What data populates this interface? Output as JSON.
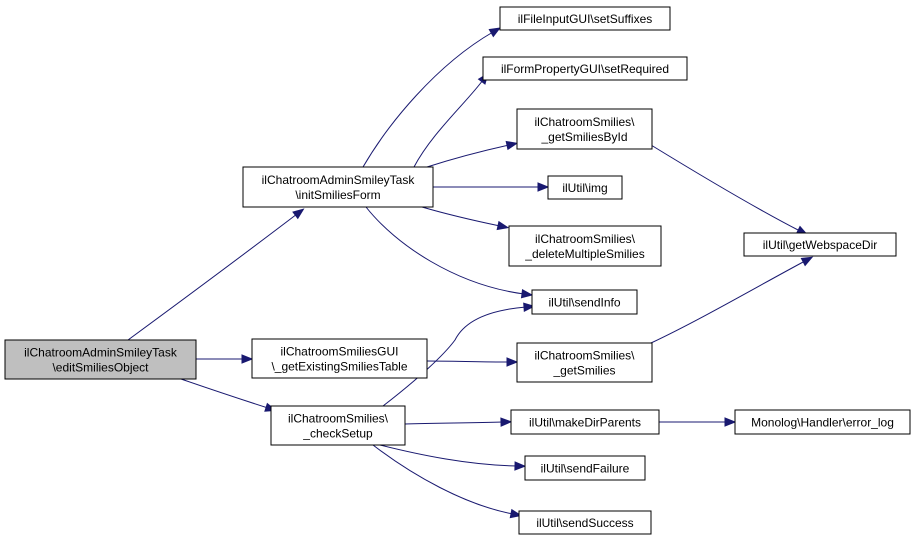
{
  "graph": {
    "nodes": [
      {
        "id": "root",
        "lines": [
          "ilChatroomAdminSmileyTask",
          "\\editSmiliesObject"
        ],
        "highlighted": true
      },
      {
        "id": "initSmiliesForm",
        "lines": [
          "ilChatroomAdminSmileyTask",
          "\\initSmiliesForm"
        ]
      },
      {
        "id": "getExistingSmiliesTable",
        "lines": [
          "ilChatroomSmiliesGUI",
          "\\_getExistingSmiliesTable"
        ]
      },
      {
        "id": "checkSetup",
        "lines": [
          "ilChatroomSmilies\\",
          "_checkSetup"
        ]
      },
      {
        "id": "setSuffixes",
        "lines": [
          "ilFileInputGUI\\setSuffixes"
        ]
      },
      {
        "id": "setRequired",
        "lines": [
          "ilFormPropertyGUI\\setRequired"
        ]
      },
      {
        "id": "getSmiliesById",
        "lines": [
          "ilChatroomSmilies\\",
          "_getSmiliesById"
        ]
      },
      {
        "id": "img",
        "lines": [
          "ilUtil\\img"
        ]
      },
      {
        "id": "deleteMultipleSmilies",
        "lines": [
          "ilChatroomSmilies\\",
          "_deleteMultipleSmilies"
        ]
      },
      {
        "id": "sendInfo",
        "lines": [
          "ilUtil\\sendInfo"
        ]
      },
      {
        "id": "getSmilies",
        "lines": [
          "ilChatroomSmilies\\",
          "_getSmilies"
        ]
      },
      {
        "id": "makeDirParents",
        "lines": [
          "ilUtil\\makeDirParents"
        ]
      },
      {
        "id": "sendFailure",
        "lines": [
          "ilUtil\\sendFailure"
        ]
      },
      {
        "id": "sendSuccess",
        "lines": [
          "ilUtil\\sendSuccess"
        ]
      },
      {
        "id": "getWebspaceDir",
        "lines": [
          "ilUtil\\getWebspaceDir"
        ]
      },
      {
        "id": "errorLog",
        "lines": [
          "Monolog\\Handler\\error_log"
        ]
      }
    ],
    "edges": [
      {
        "from": "root",
        "to": "initSmiliesForm"
      },
      {
        "from": "root",
        "to": "getExistingSmiliesTable"
      },
      {
        "from": "root",
        "to": "checkSetup"
      },
      {
        "from": "initSmiliesForm",
        "to": "setSuffixes"
      },
      {
        "from": "initSmiliesForm",
        "to": "setRequired"
      },
      {
        "from": "initSmiliesForm",
        "to": "getSmiliesById"
      },
      {
        "from": "initSmiliesForm",
        "to": "img"
      },
      {
        "from": "initSmiliesForm",
        "to": "deleteMultipleSmilies"
      },
      {
        "from": "initSmiliesForm",
        "to": "sendInfo"
      },
      {
        "from": "getExistingSmiliesTable",
        "to": "getSmilies"
      },
      {
        "from": "checkSetup",
        "to": "sendInfo"
      },
      {
        "from": "checkSetup",
        "to": "makeDirParents"
      },
      {
        "from": "checkSetup",
        "to": "sendFailure"
      },
      {
        "from": "checkSetup",
        "to": "sendSuccess"
      },
      {
        "from": "getSmiliesById",
        "to": "getWebspaceDir"
      },
      {
        "from": "getSmilies",
        "to": "getWebspaceDir"
      },
      {
        "from": "makeDirParents",
        "to": "errorLog"
      }
    ]
  }
}
